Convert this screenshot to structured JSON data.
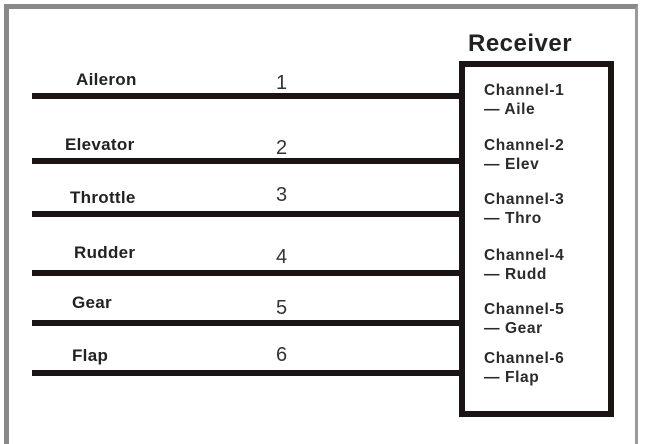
{
  "receiver": {
    "title": "Receiver",
    "channels": [
      {
        "name": "Channel-1",
        "function": "— Aile"
      },
      {
        "name": "Channel-2",
        "function": "— Elev"
      },
      {
        "name": "Channel-3",
        "function": "— Thro"
      },
      {
        "name": "Channel-4",
        "function": "— Rudd"
      },
      {
        "name": "Channel-5",
        "function": "— Gear"
      },
      {
        "name": "Channel-6",
        "function": "— Flap"
      }
    ]
  },
  "wires": [
    {
      "label": "Aileron",
      "number": "1"
    },
    {
      "label": "Elevator",
      "number": "2"
    },
    {
      "label": "Throttle",
      "number": "3"
    },
    {
      "label": "Rudder",
      "number": "4"
    },
    {
      "label": "Gear",
      "number": "5"
    },
    {
      "label": "Flap",
      "number": "6"
    }
  ],
  "colors": {
    "line": "#1a1414",
    "frame": "#8a8a8a",
    "background": "#ffffff"
  }
}
